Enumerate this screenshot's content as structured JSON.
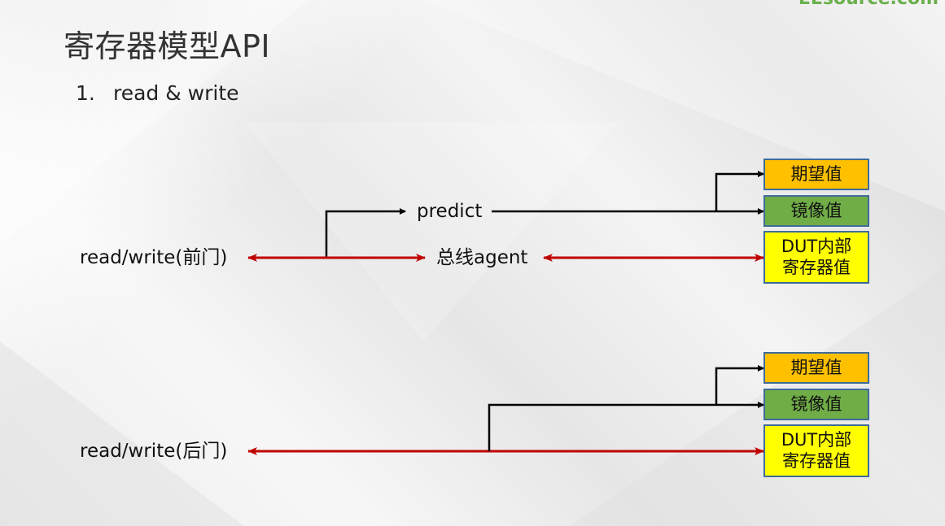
{
  "slide": {
    "title": "寄存器模型API",
    "list_number": "1.",
    "list_text": "read & write",
    "logo_text": "EEsource.com"
  },
  "front_door": {
    "label": "read/write(前门)",
    "predict_label": "predict",
    "agent_label": "总线agent",
    "boxes": {
      "expected": "期望值",
      "mirror": "镜像值",
      "dut_line1": "DUT内部",
      "dut_line2": "寄存器值"
    }
  },
  "back_door": {
    "label": "read/write(后门)",
    "boxes": {
      "expected": "期望值",
      "mirror": "镜像值",
      "dut_line1": "DUT内部",
      "dut_line2": "寄存器值"
    }
  },
  "colors": {
    "expected_box": "#ffc000",
    "mirror_box": "#70ad47",
    "dut_box": "#ffff00",
    "bus_arrow": "#c00000",
    "predict_arrow": "#000000",
    "box_border": "#3f6c99"
  }
}
